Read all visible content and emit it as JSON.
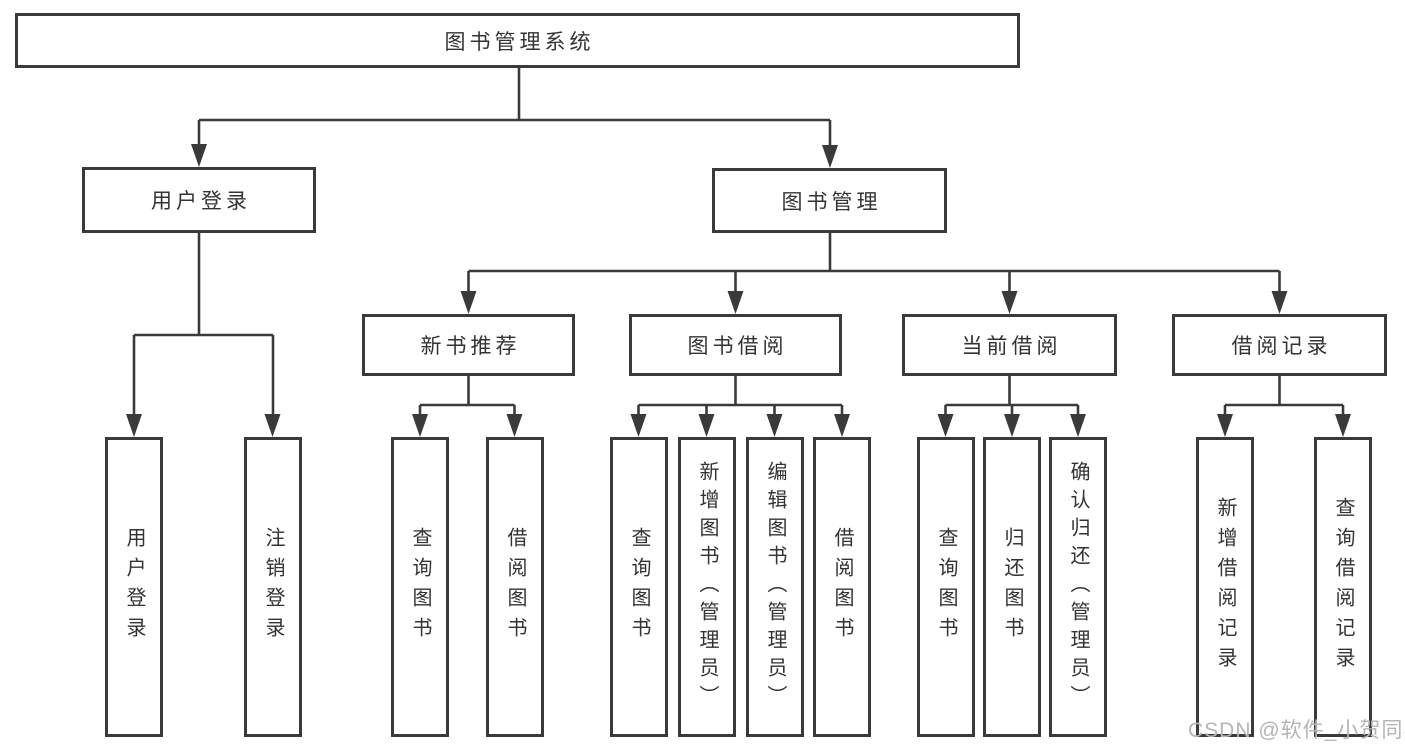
{
  "diagram": {
    "title": "图书管理系统",
    "root": {
      "label": "图书管理系统"
    },
    "level2": [
      {
        "label": "用户登录"
      },
      {
        "label": "图书管理"
      }
    ],
    "level3": [
      {
        "label": "新书推荐"
      },
      {
        "label": "图书借阅"
      },
      {
        "label": "当前借阅"
      },
      {
        "label": "借阅记录"
      }
    ],
    "leaves": [
      {
        "label": "用户登录",
        "parent": "用户登录"
      },
      {
        "label": "注销登录",
        "parent": "用户登录"
      },
      {
        "label": "查询图书",
        "parent": "新书推荐"
      },
      {
        "label": "借阅图书",
        "parent": "新书推荐"
      },
      {
        "label": "查询图书",
        "parent": "图书借阅"
      },
      {
        "label": "新增图书（管理员）",
        "parent": "图书借阅"
      },
      {
        "label": "编辑图书（管理员）",
        "parent": "图书借阅"
      },
      {
        "label": "借阅图书",
        "parent": "图书借阅"
      },
      {
        "label": "查询图书",
        "parent": "当前借阅"
      },
      {
        "label": "归还图书",
        "parent": "当前借阅"
      },
      {
        "label": "确认归还（管理员）",
        "parent": "当前借阅"
      },
      {
        "label": "新增借阅记录",
        "parent": "借阅记录"
      },
      {
        "label": "查询借阅记录",
        "parent": "借阅记录"
      }
    ],
    "colors": {
      "line": "#3a3a3a",
      "text": "#333333",
      "box_background": "#ffffff",
      "watermark": "#b5b5b5"
    }
  },
  "watermark": {
    "text": "CSDN @软件_小贺同学"
  }
}
